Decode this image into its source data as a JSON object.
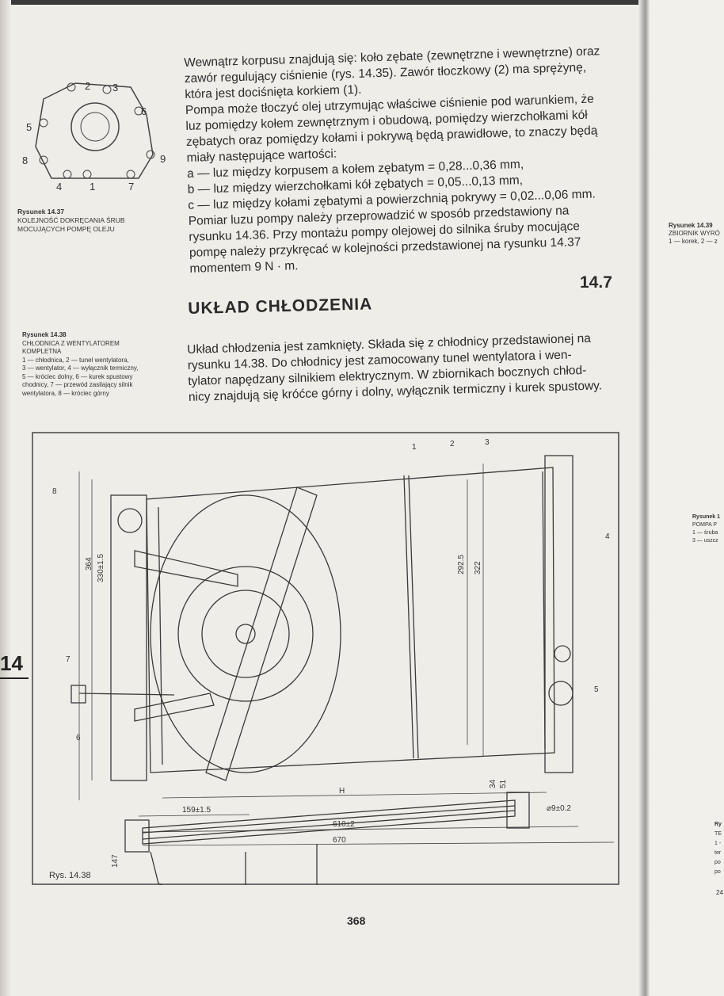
{
  "page_number": "368",
  "chapter_tab": "14",
  "small_figure": {
    "labels": [
      "2",
      "3",
      "6",
      "5",
      "8",
      "9",
      "4",
      "1",
      "7"
    ]
  },
  "captions": {
    "fig_14_37": {
      "title": "Rysunek 14.37",
      "lines": [
        "KOLEJNOŚĆ DOKRĘCANIA ŚRUB",
        "MOCUJĄCYCH POMPĘ OLEJU"
      ]
    },
    "fig_14_38": {
      "title": "Rysunek 14.38",
      "lines": [
        "CHŁODNICA Z WENTYLATOREM",
        "KOMPLETNA",
        "1 — chłodnica, 2 — tunel wentylatora,",
        "3 — wentylator, 4 — wyłącznik termiczny,",
        "5 — króciec dolny, 6 — kurek spustowy",
        "chodnicy, 7 — przewód zasilający silnik",
        "wentylatora, 8 — króciec górny"
      ]
    }
  },
  "body_text": [
    "Wewnątrz korpusu znajdują się: koło zębate (zewnętrzne i wewnętrzne) oraz",
    "zawór regulujący ciśnienie (rys. 14.35). Zawór tłoczkowy (2) ma sprężynę,",
    "która jest dociśnięta korkiem (1).",
    "Pompa może tłoczyć olej utrzymując właściwe ciśnienie pod warunkiem, że",
    "luz pomiędzy kołem zewnętrznym i obudową, pomiędzy wierzchołkami kół",
    "zębatych oraz pomiędzy kołami i pokrywą będą prawidłowe, to znaczy będą",
    "miały następujące wartości:",
    "a — luz między korpusem a kołem zębatym = 0,28...0,36 mm,",
    "b — luz między wierzchołkami kół zębatych = 0,05...0,13 mm,",
    "c — luz między kołami zębatymi a powierzchnią pokrywy = 0,02...0,06 mm.",
    "Pomiar luzu pompy należy przeprowadzić w sposób przedstawiony na",
    "rysunku 14.36. Przy montażu pompy olejowej do silnika śruby mocujące",
    "pompę należy przykręcać w kolejności przedstawionej na rysunku 14.37",
    "momentem 9 N · m."
  ],
  "section": {
    "title": "UKŁAD CHŁODZENIA",
    "number": "14.7"
  },
  "section_text": [
    "Układ chłodzenia jest zamknięty. Składa się z chłodnicy przedstawionej na",
    "rysunku 14.38. Do chłodnicy jest zamocowany tunel wentylatora i wen-",
    "tylator napędzany silnikiem elektrycznym. W zbiornikach bocznych chłod-",
    "nicy znajdują się króćce górny i dolny, wyłącznik termiczny i kurek spustowy."
  ],
  "main_figure": {
    "caption": "Rys. 14.38",
    "part_labels": [
      "1",
      "2",
      "3",
      "4",
      "5",
      "6",
      "7",
      "8"
    ],
    "dimensions": {
      "d364": "364",
      "d330": "330±1.5",
      "d2925": "292.5",
      "d322": "322",
      "H": "H",
      "d159": "159±1.5",
      "d610": "610±2",
      "d670": "670",
      "d9": "⌀9±0.2",
      "d34": "34",
      "d51": "51",
      "d147": "147"
    }
  },
  "right_page": {
    "cap1": [
      "Rysunek 14.39",
      "ZBIORNIK WYRÓ",
      "1 — korek, 2 — z"
    ],
    "cap2": [
      "Rysunek 1",
      "POMPA P",
      "1 — śruba",
      "3 — uszcz"
    ],
    "cap3": [
      "Ry",
      "TE",
      "1 -",
      "ter",
      "po",
      "po"
    ],
    "page": "24"
  }
}
